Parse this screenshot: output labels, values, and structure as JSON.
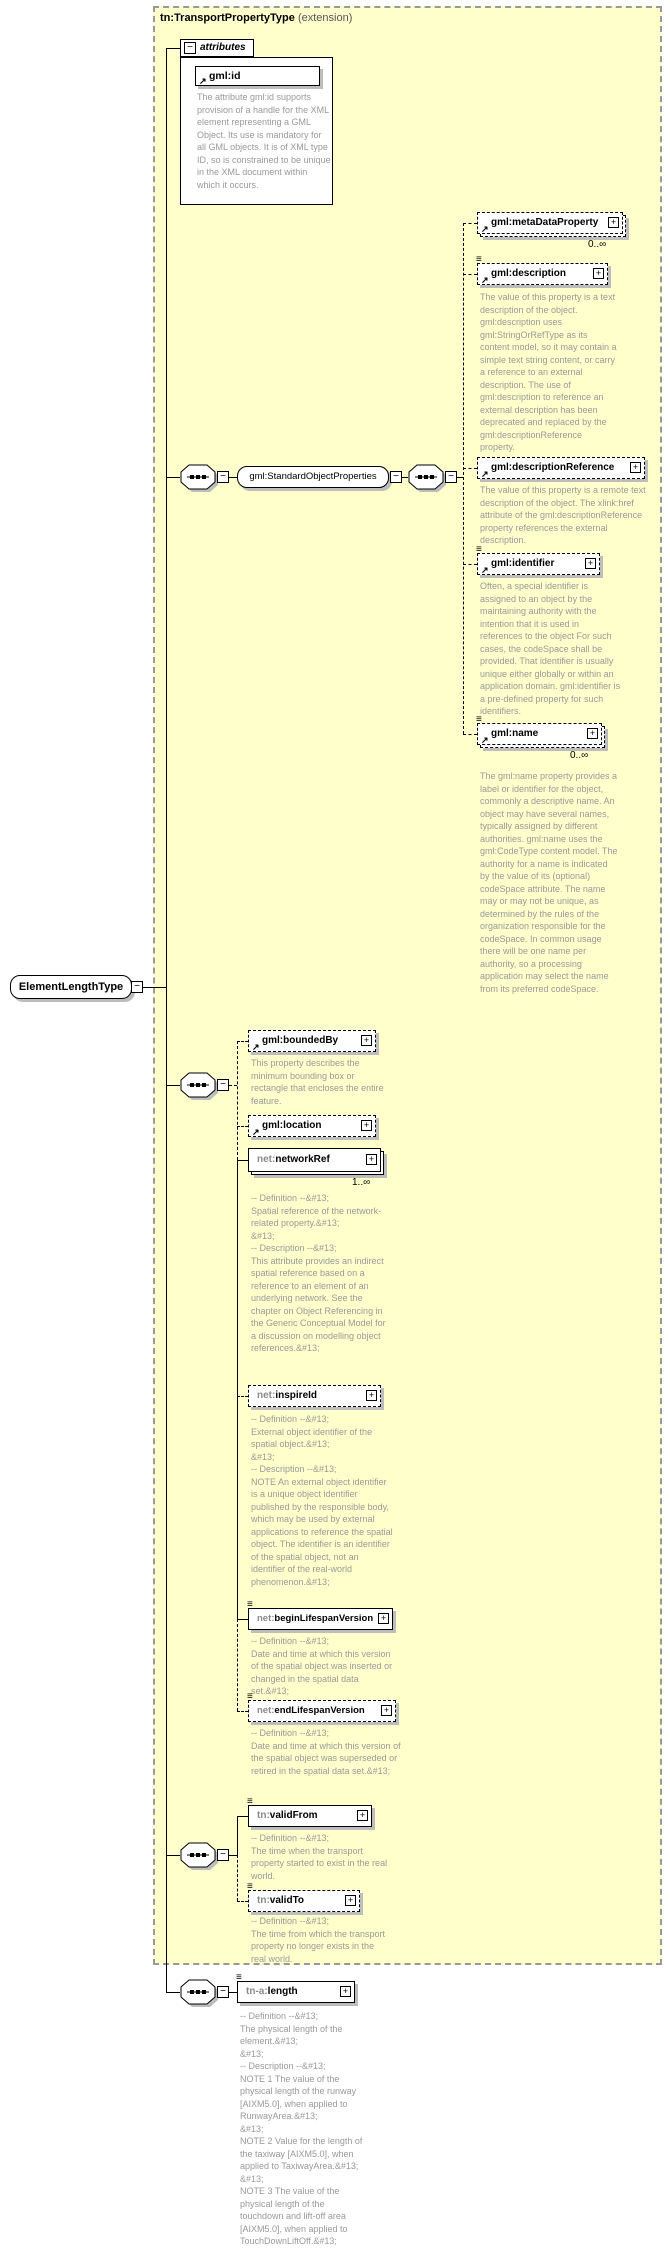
{
  "header": {
    "title": "tn:TransportPropertyType",
    "suffix": "(extension)"
  },
  "icons": {
    "minus": "−",
    "plus": "+",
    "ref_arrow": "↗",
    "annotation": "≡"
  },
  "root": {
    "label": "ElementLengthType"
  },
  "attributes_group": {
    "label": "attributes",
    "attribute": {
      "label": "gml:id",
      "description": "The attribute gml:id supports provision of a handle for the XML element representing a GML Object. Its use is mandatory for all GML objects. It is of XML type ID, so is constrained to be unique in the XML document within which it occurs."
    }
  },
  "sequence_box": {
    "label": "gml:StandardObjectProperties"
  },
  "elements": {
    "meta": {
      "label": "gml:metaDataProperty",
      "cardinality": "0..∞"
    },
    "desc": {
      "label": "gml:description",
      "description": "The value of this property is a text description of the object. gml:description uses gml:StringOrRefType as its content model, so it may contain a simple text string content, or carry a reference to an external description. The use of gml:description to reference an external description has been deprecated and replaced by the gml:descriptionReference property."
    },
    "descref": {
      "label": "gml:descriptionReference",
      "description": "The value of this property is a remote text description of the object. The xlink:href attribute of the gml:descriptionReference property references the external description."
    },
    "identifier": {
      "label": "gml:identifier",
      "description": "Often, a special identifier is assigned to an object by the maintaining authority with the intention that it is used in references to the object For such cases, the codeSpace shall be provided. That identifier is usually unique either globally or within an application domain. gml:identifier is a pre-defined property for such identifiers."
    },
    "name": {
      "label": "gml:name",
      "cardinality": "0..∞",
      "description": "The gml:name property provides a label or identifier for the object, commonly a descriptive name. An object may have several names, typically assigned by different authorities. gml:name uses the gml:CodeType content model.  The authority for a name is indicated by the value of its (optional) codeSpace attribute.  The name may or may not be unique, as determined by the rules of the organization responsible for the codeSpace.  In common usage there will be one name per authority, so a processing application may select the name from its preferred codeSpace."
    },
    "boundedby": {
      "label": "gml:boundedBy",
      "description": "This property describes the minimum bounding box or rectangle that encloses the entire feature."
    },
    "location": {
      "label": "gml:location"
    },
    "networkref": {
      "prefix": "net:",
      "name": "networkRef",
      "cardinality": "1..∞",
      "description": "-- Definition --&#13;\nSpatial reference of the network-related property.&#13;\n&#13;\n-- Description --&#13;\nThis attribute provides an indirect spatial reference based on a reference to an element of an underlying network. See the chapter on Object Referencing in the Generic Conceptual Model for a discussion on modelling object references.&#13;"
    },
    "inspireid": {
      "prefix": "net:",
      "name": "inspireId",
      "description": "-- Definition --&#13;\nExternal object identifier of the spatial object.&#13;\n&#13;\n-- Description --&#13;\nNOTE An external object identifier is a unique object identifier published by the responsible body, which may be used by external applications to reference the spatial object. The identifier is an identifier of the spatial object, not an identifier of the real-world phenomenon.&#13;"
    },
    "beginlifespan": {
      "prefix": "net:",
      "name": "beginLifespanVersion",
      "description": "-- Definition --&#13;\nDate and time at which this version of the spatial object was inserted or changed in the spatial data set.&#13;"
    },
    "endlifespan": {
      "prefix": "net:",
      "name": "endLifespanVersion",
      "description": "-- Definition --&#13;\nDate and time at which this version of the spatial object was superseded or retired in the spatial data set.&#13;"
    },
    "validfrom": {
      "prefix": "tn:",
      "name": "validFrom",
      "description": "-- Definition --&#13;\nThe time when the transport property started to exist in the real world."
    },
    "validto": {
      "prefix": "tn:",
      "name": "validTo",
      "description": "-- Definition --&#13;\nThe time from which the transport property no longer exists in the real world."
    },
    "length": {
      "prefix": "tn-a:",
      "name": "length",
      "description": "-- Definition --&#13;\nThe physical length of the element.&#13;\n&#13;\n-- Description --&#13;\nNOTE 1 The value of the physical length of the runway [AIXM5.0], when applied to RunwayArea.&#13;\n&#13;\nNOTE 2 Value for the length of the taxiway [AIXM5.0], when applied to TaxiwayArea.&#13;\n&#13;\nNOTE 3 The value of the physical length of the touchdown and lift-off area [AIXM5.0], when applied to TouchDownLiftOff.&#13;"
    }
  }
}
